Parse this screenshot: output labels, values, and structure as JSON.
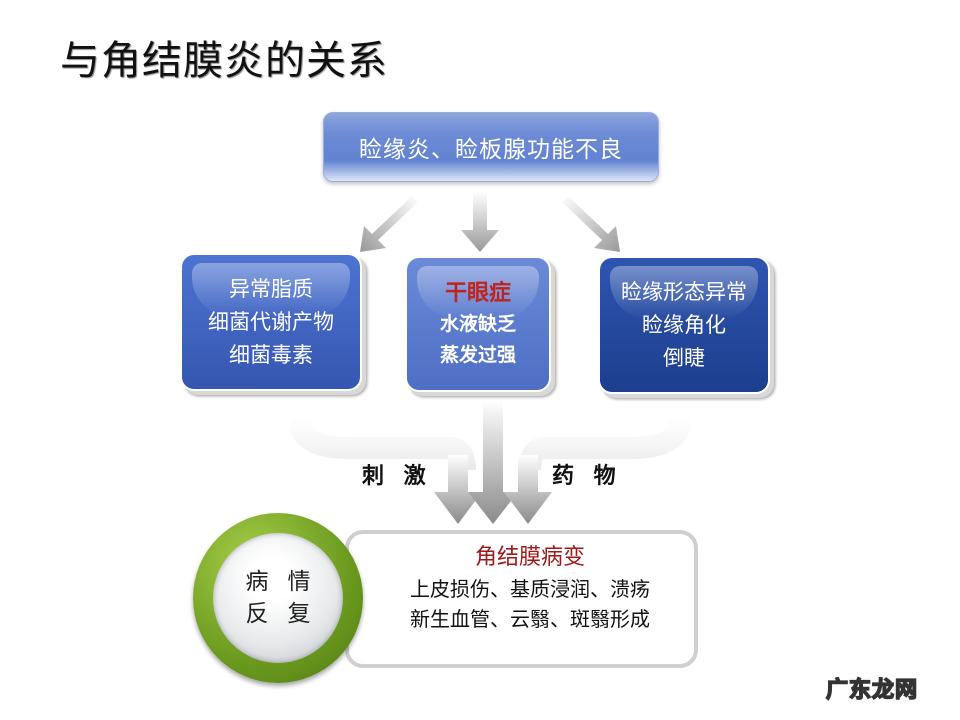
{
  "slide": {
    "title": "与角结膜炎的关系"
  },
  "top_box": {
    "label": "睑缘炎、睑板腺功能不良"
  },
  "causes": [
    {
      "lines": [
        "异常脂质",
        "细菌代谢产物",
        "细菌毒素"
      ]
    },
    {
      "heading": "干眼症",
      "lines": [
        "水液缺乏",
        "蒸发过强"
      ]
    },
    {
      "lines": [
        "睑缘形态异常",
        "睑缘角化",
        "倒睫"
      ]
    }
  ],
  "flow_labels": {
    "left": "刺 激",
    "right": "药 物"
  },
  "result": {
    "heading": "角结膜病变",
    "lines": [
      "上皮损伤、基质浸润、溃疡",
      "新生血管、云翳、斑翳形成"
    ]
  },
  "circle": {
    "row1": [
      "病",
      "情"
    ],
    "row2": [
      "反",
      "复"
    ]
  },
  "watermark": "广东龙网",
  "colors": {
    "box_blue": "#4d74d2",
    "box_dark_blue": "#2f55b0",
    "red_heading": "#c0231c",
    "green_ring": "#6b9a1e"
  }
}
